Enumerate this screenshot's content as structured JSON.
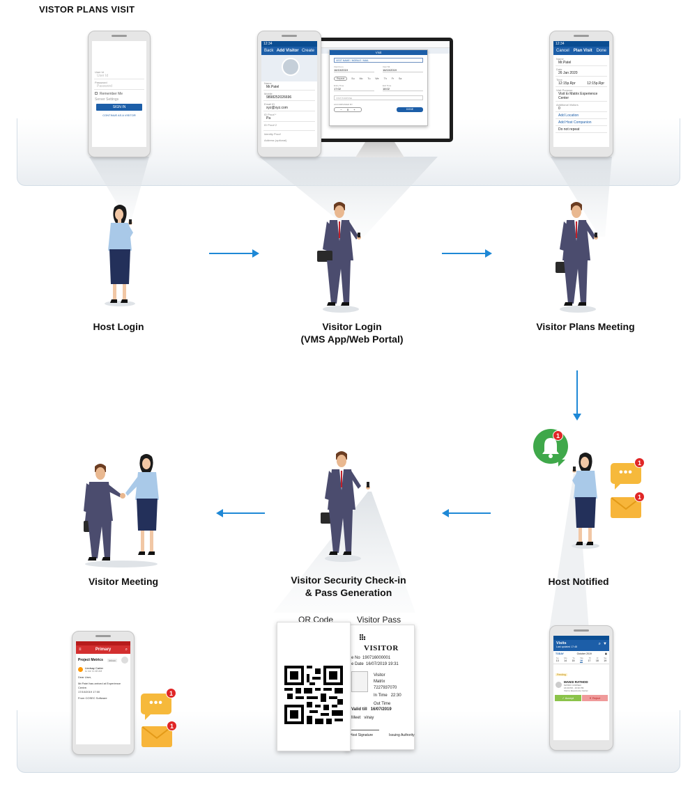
{
  "page_title": "VISTOR PLANS VISIT",
  "steps": {
    "host_login": "Host Login",
    "visitor_login_1": "Visitor Login",
    "visitor_login_2": "(VMS App/Web Portal)",
    "visitor_plans": "Visitor Plans Meeting",
    "host_notified": "Host Notified",
    "checkin_1": "Visitor Security Check-in",
    "checkin_2": "& Pass Generation",
    "visitor_meeting": "Visitor Meeting"
  },
  "login_screen": {
    "user_id_label": "User Id",
    "user_id_placeholder": "User Id",
    "password_label": "Password",
    "password_placeholder": "Password",
    "remember_me": "Remember Me",
    "server_settings": "Server Settings",
    "sign_in": "SIGN IN",
    "continue_visitor": "CONTINUE AS A VISITOR"
  },
  "add_visitor_screen": {
    "time": "12:34",
    "back": "Back",
    "title": "Add Visitor",
    "action": "Create",
    "name_label": "Name",
    "name_value": "Mr.Patel",
    "mobile_label": "Mobile",
    "mobile_value": "9898252026696",
    "email_label": "Email ID",
    "email_value": "xyz@xyz.com",
    "field1_label": "ID Proof *",
    "field1_value": "Pa",
    "field2_label": "ID Proof 2",
    "field3_label": "Identity Proof",
    "field4_label": "Address (optional)"
  },
  "web_dialog": {
    "title": "Visit",
    "purpose_hint": "VISIT NAME / MOBILE / MAIL",
    "from_date_label": "Visit From",
    "from_date": "16/10/2019",
    "to_date_label": "Visit Till",
    "to_date": "16/10/2019",
    "repeat": "Repeat",
    "days": [
      "Su",
      "Mo",
      "Tu",
      "We",
      "Th",
      "Fr",
      "Sa"
    ],
    "from_time_label": "Entry Time",
    "from_time": "17:02",
    "to_time_label": "Exit Time",
    "to_time": "18:02",
    "purpose_label": "VISIT PURPOSE",
    "accompanied_label": "ACCOMPANIED BY",
    "count": "0",
    "done": "DONE"
  },
  "plan_visit_screen": {
    "time": "12:34",
    "cancel": "Cancel",
    "title": "Plan Visit",
    "done": "Done",
    "name_label": "Name",
    "name_value": "Mr.Patel",
    "date_label": "Date",
    "date_value": "26 Jan 2020",
    "time_label": "Time",
    "time_from": "12:15p.Rpr",
    "time_to": "12:15p.Rpr",
    "purpose_label": "Visit Purpose",
    "purpose_value": "Visit to Matrix Experience Center",
    "accompany_label": "Additional Visitors",
    "accompany_value": "0",
    "add_location": "Add Location",
    "add_companion": "Add Host Companion",
    "repeat": "Do not repeat"
  },
  "visits_screen": {
    "title": "Visits",
    "subtitle": "Last updated 17:48",
    "today": "TODAY",
    "month": "October 2019",
    "days": [
      "Su",
      "Mo",
      "Tu",
      "We",
      "Th",
      "Fr",
      "Sa"
    ],
    "dates": [
      "13",
      "14",
      "15",
      "16",
      "17",
      "18",
      "19"
    ],
    "status": "Pending",
    "visitor_name": "MANSI RATHOD",
    "visitor_company": "MATRIX COMSEC",
    "visitor_time": "16:00 PM - 16:30 PM",
    "visitor_purpose": "Visit to Experience Center",
    "accept": "Accept",
    "reject": "Reject"
  },
  "email_screen": {
    "header": "Primary",
    "subject": "Project Metrics",
    "tag": "Inbox",
    "sender": "Lindsay Carter",
    "to": "to me",
    "time": "11:48 AM",
    "body_1": "Dear User,",
    "body_2": "Mr.Patel has arrived at Experience Centre.",
    "body_3": "17/10/2019 17:00",
    "body_4": "From COSEC Software"
  },
  "pass": {
    "qr_caption": "QR Code",
    "pass_caption": "Visitor Pass",
    "pass_title": "VISITOR",
    "pass_no_label": "e No",
    "pass_no": "190716000001",
    "date_label": "e Date",
    "date_value": "16/07/2019 19:31",
    "name": "Visitor",
    "company": "Matrix",
    "phone": "7227937070",
    "in_time_label": "In Time",
    "in_time": "22:30",
    "out_time_label": "Out Time",
    "valid_label": "Valid till",
    "valid_value": "16/07/2019",
    "meet_label": "Meet",
    "meet_value": "vinay",
    "host_sig": "Host Signature",
    "issuing": "Issuing Authority"
  },
  "badges": {
    "bell": "1",
    "chat_right": "1",
    "mail_right": "1",
    "chat_left": "1",
    "mail_left": "1"
  },
  "colors": {
    "arrow": "#1e88d6",
    "app_blue": "#1c5ea8",
    "notify_green": "#3fa84a",
    "badge_red": "#e02626",
    "chat_yellow": "#f6b93b",
    "suit": "#4b4c6e",
    "skirt": "#23305a",
    "shirt": "#a9c9e8"
  }
}
